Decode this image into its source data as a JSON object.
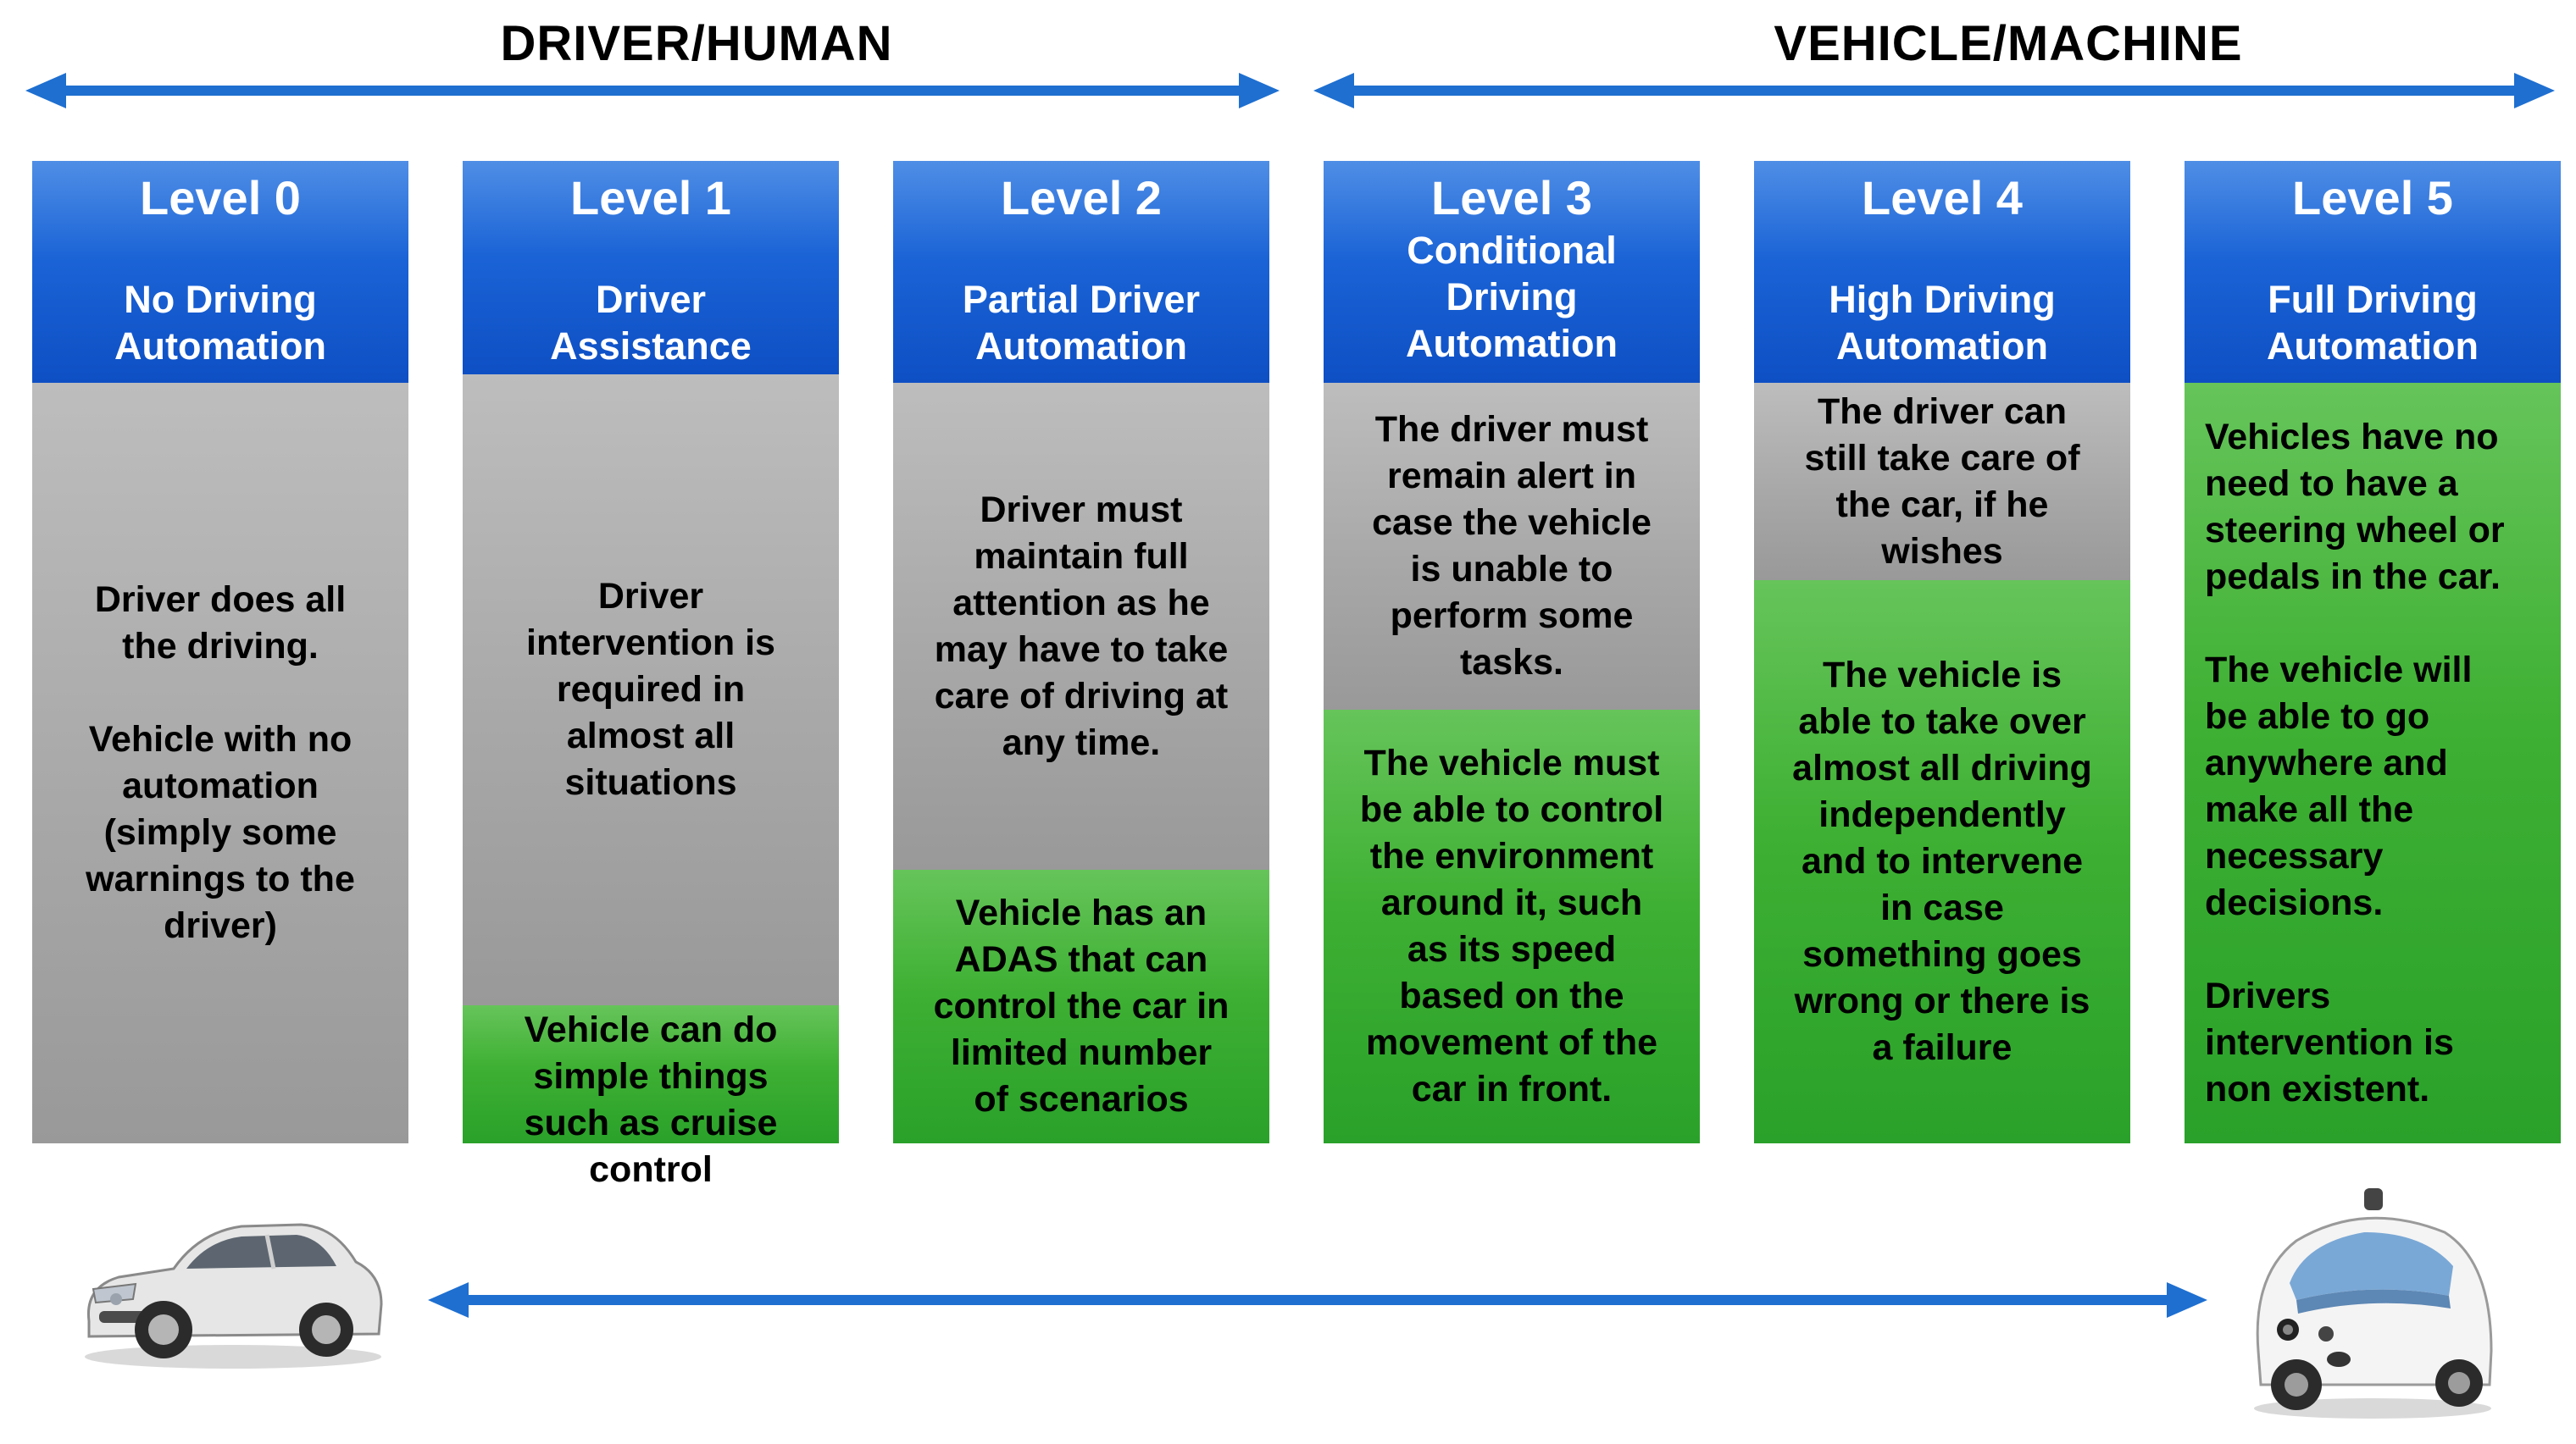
{
  "headings": {
    "driver": "DRIVER/HUMAN",
    "vehicle": "VEHICLE/MACHINE"
  },
  "levels": [
    {
      "level": "Level 0",
      "name": "No Driving\nAutomation",
      "driver_text": "Driver does all\nthe driving.\n\nVehicle with no\nautomation\n(simply some\nwarnings to the\ndriver)",
      "vehicle_text": "",
      "vehicle_share": 0
    },
    {
      "level": "Level 1",
      "name": "Driver\nAssistance",
      "driver_text": "Driver\nintervention is\nrequired in\nalmost all\nsituations",
      "vehicle_text": "Vehicle can do\nsimple things\nsuch as cruise\ncontrol",
      "vehicle_share": 0.18
    },
    {
      "level": "Level 2",
      "name": "Partial Driver\nAutomation",
      "driver_text": "Driver must\nmaintain full\nattention as he\nmay have to take\ncare of driving at\nany time.",
      "vehicle_text": "Vehicle has an\nADAS that can\ncontrol the car in\nlimited number\nof scenarios",
      "vehicle_share": 0.36
    },
    {
      "level": "Level 3",
      "name": "Conditional\nDriving\nAutomation",
      "driver_text": "The driver must\nremain alert in\ncase the vehicle\nis unable to\nperform some\ntasks.",
      "vehicle_text": "The vehicle must\nbe able to control\nthe environment\naround it, such\nas its speed\nbased on the\nmovement of the\ncar in front.",
      "vehicle_share": 0.57
    },
    {
      "level": "Level 4",
      "name": "High Driving\nAutomation",
      "driver_text": "The driver can\nstill take care of\nthe car, if he\nwishes",
      "vehicle_text": "The vehicle is\nable to take over\nalmost all driving\nindependently\nand to intervene\nin case\nsomething goes\nwrong or there is\na failure",
      "vehicle_share": 0.74
    },
    {
      "level": "Level 5",
      "name": "Full Driving\nAutomation",
      "driver_text": "",
      "vehicle_text": "Vehicles have no\nneed to have a\nsteering wheel or\npedals in the car.\n\nThe vehicle will\nbe able to go\nanywhere and\nmake all the\nnecessary\ndecisions.\n\nDrivers\nintervention is\nnon existent.",
      "vehicle_share": 1
    }
  ],
  "colors": {
    "header_blue": "#1a63d6",
    "arrow_blue": "#1e6fd0",
    "driver_gray": "#a8a8a8",
    "vehicle_green": "#3eb033",
    "header_text": "#ffffff",
    "body_text": "#000000"
  },
  "icons": {
    "left_car": "conventional-car-icon",
    "right_car": "self-driving-car-icon"
  }
}
